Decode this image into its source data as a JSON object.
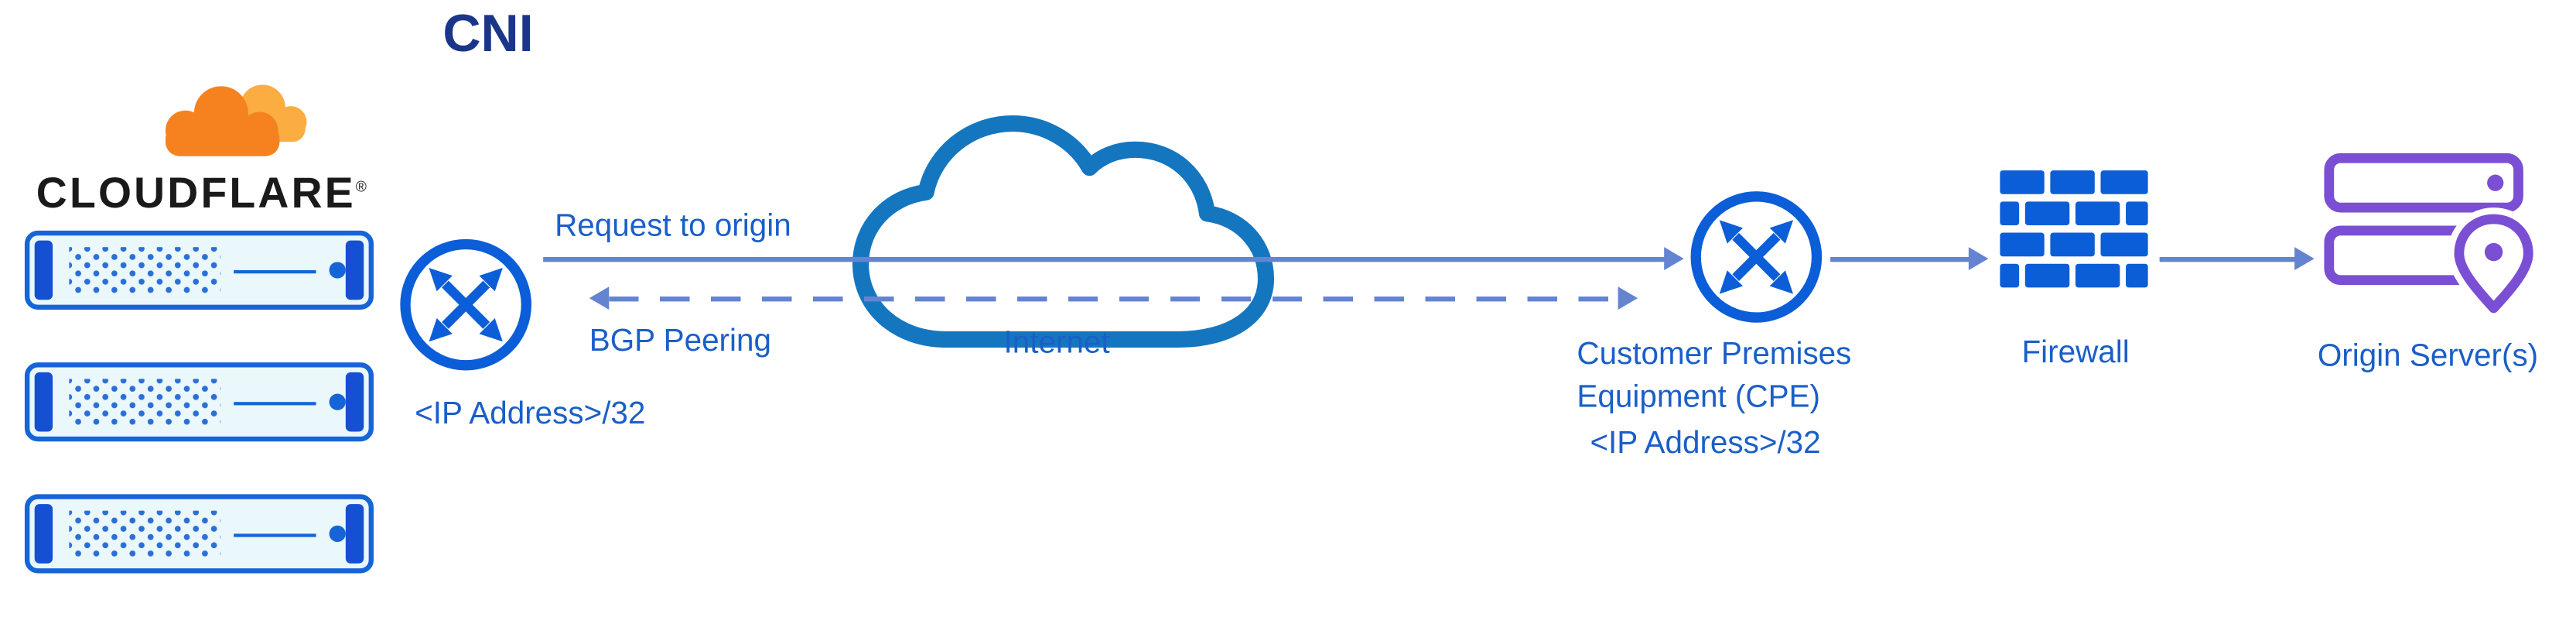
{
  "title": "CNI",
  "colors": {
    "icon_blue": "#0b5ed7",
    "cloud_blue": "#1576c0",
    "label_blue": "#1a5fc8",
    "title_navy": "#1b3688",
    "arrow_blue": "#6484d2",
    "origin_purple": "#7a4fd3",
    "cloudflare_orange": "#f6821f",
    "cloudflare_orange_light": "#fbad41"
  },
  "cloudflare": {
    "brand": "CLOUDFLARE",
    "registered": "®",
    "server_count": 3
  },
  "edge_router": {
    "ip_label": "<IP Address>/32"
  },
  "links": {
    "request_label": "Request to origin",
    "bgp_label": "BGP Peering"
  },
  "internet": {
    "label": "Internet"
  },
  "cpe": {
    "name_line1": "Customer Premises",
    "name_line2": "Equipment (CPE)",
    "ip_label": "<IP Address>/32"
  },
  "firewall": {
    "label": "Firewall"
  },
  "origin": {
    "label": "Origin Server(s)"
  },
  "icons": {
    "cloudflare": "cloudflare-cloud-logo",
    "edge_router": "router-icon",
    "internet": "cloud-icon",
    "cpe_router": "router-icon",
    "firewall": "brick-wall-icon",
    "origin": "server-stack-with-location-pin-icon"
  }
}
